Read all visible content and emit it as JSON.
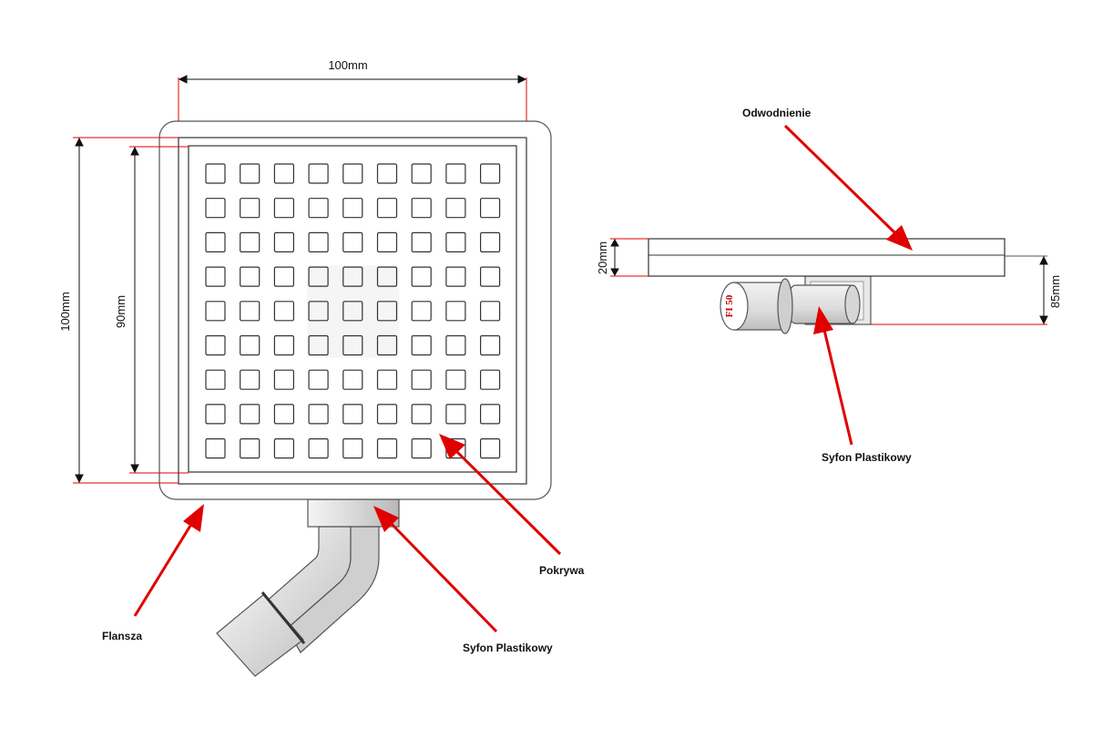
{
  "dimensions": {
    "top_width": "100mm",
    "left_height_outer": "100mm",
    "left_height_inner": "90mm",
    "side_thickness": "20mm",
    "side_depth": "85mm"
  },
  "callouts": {
    "flange": "Flansza",
    "cover": "Pokrywa",
    "siphon_front": "Syfon Plastikowy",
    "drain": "Odwodnienie",
    "siphon_side": "Syfon Plastikowy"
  },
  "pipe_label": "FI 50",
  "grille": {
    "rows": 9,
    "cols": 9
  },
  "colors": {
    "outline": "#333333",
    "dimension": "#111111",
    "reference_line": "#e00000",
    "arrow": "#e00000",
    "pipe_label": "#c00000"
  }
}
